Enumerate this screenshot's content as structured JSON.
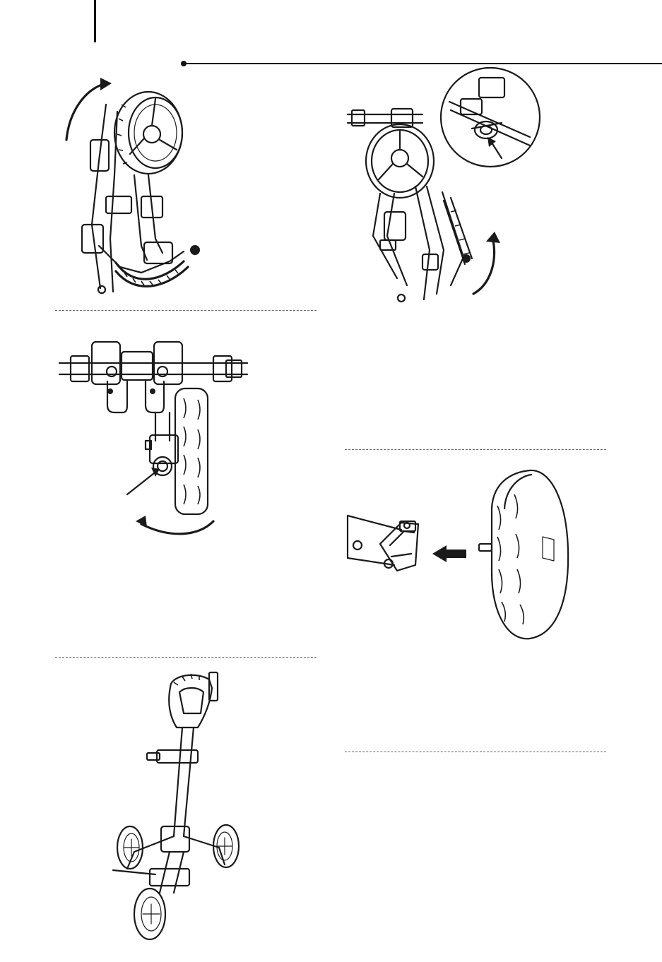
{
  "page": {
    "background": "#ffffff",
    "line_color": "#111111",
    "dash_color": "#666666"
  },
  "illustrations": [
    {
      "id": "fig-a",
      "icon": "folded-cart-rotate-up-icon"
    },
    {
      "id": "fig-b",
      "icon": "wheel-release-button-icon"
    },
    {
      "id": "fig-c",
      "icon": "unfolded-three-wheel-cart-icon"
    },
    {
      "id": "fig-d",
      "icon": "cart-with-latch-detail-icon"
    },
    {
      "id": "fig-e",
      "icon": "wheel-attach-axle-icon"
    }
  ]
}
